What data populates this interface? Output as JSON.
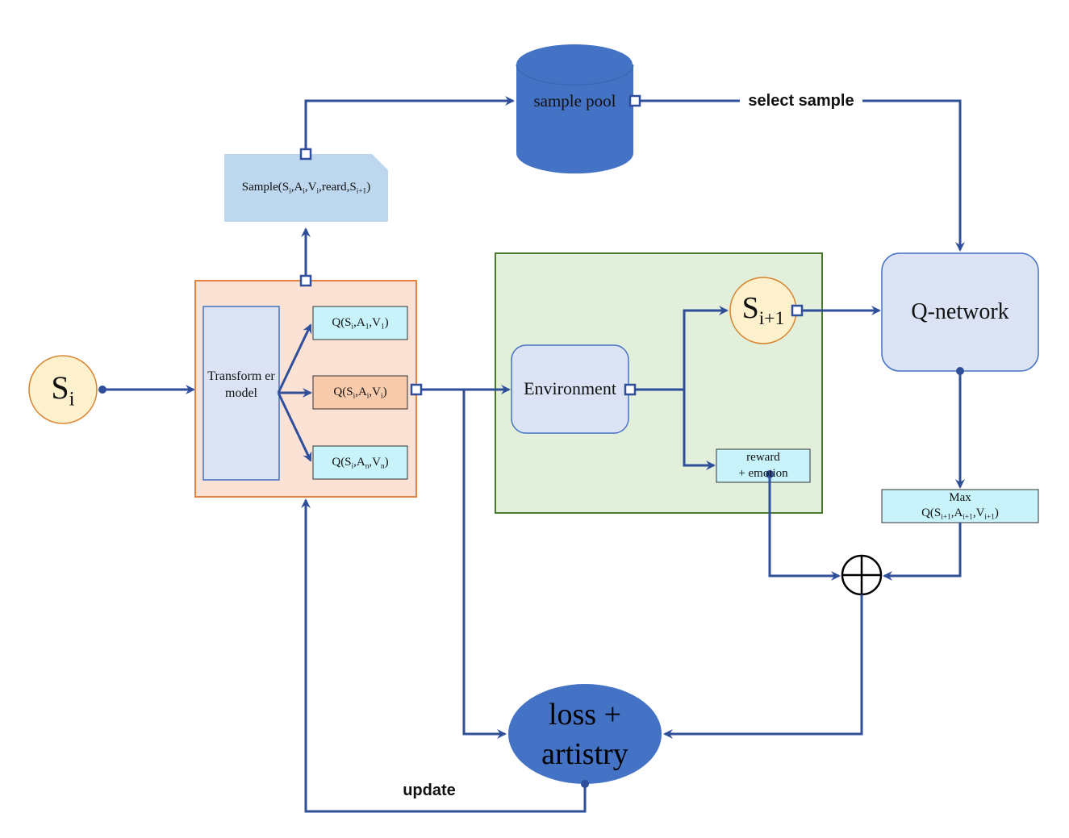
{
  "nodes": {
    "state_i": {
      "letter": "S",
      "sub": "i"
    },
    "state_next": {
      "letter": "S",
      "sub": "i+1"
    },
    "transformer": "Transform er model",
    "q1": {
      "pre": "Q(S",
      "s1": "i",
      "mid": ",A",
      "s2": "1",
      "mid2": ",V",
      "s3": "1",
      "post": ")"
    },
    "qi": {
      "pre": "Q(S",
      "s1": "i",
      "mid": ",A",
      "s2": "i",
      "mid2": ",V",
      "s3": "i",
      "post": ")"
    },
    "qn": {
      "pre": "Q(S",
      "s1": "i",
      "mid": ",A",
      "s2": "n",
      "mid2": ",V",
      "s3": "n",
      "post": ")"
    },
    "sample": {
      "pre": "Sample(S",
      "s1": "i",
      "mid": ",A",
      "s2": "i",
      "mid2": ",V",
      "s3": "i",
      "mid3": ",reard,S",
      "s4": "i+1",
      "post": ")"
    },
    "sample_pool": "sample pool",
    "environment": "Environment",
    "reward_emotion_1": "reward",
    "reward_emotion_2": "+ emotion",
    "q_network": "Q-network",
    "max_q": {
      "line1": "Max",
      "pre": "Q(S",
      "s1": "i+1",
      "mid": ",A",
      "s2": "i+1",
      "mid2": ",V",
      "s3": "i+1",
      "post": ")"
    },
    "loss_1": "loss +",
    "loss_2": "artistry",
    "plus_symbol": "⊕"
  },
  "edge_labels": {
    "select_sample": "select sample",
    "update": "update"
  },
  "colors": {
    "arrow": "#2f4f9b",
    "env_fill": "#e2efda",
    "env_border": "#4a7a2c",
    "transformer_fill": "#fbe2d4",
    "transformer_border": "#e5823e",
    "inner_fill": "#dbe3f4",
    "inner_border": "#4472c4",
    "q_fill": "#c9f3fb",
    "qi_fill": "#f8cbad",
    "state_fill": "#fdf0cc",
    "state_border": "#d9842f",
    "pool_fill": "#4472c4",
    "sample_fill": "#bdd7ee"
  }
}
